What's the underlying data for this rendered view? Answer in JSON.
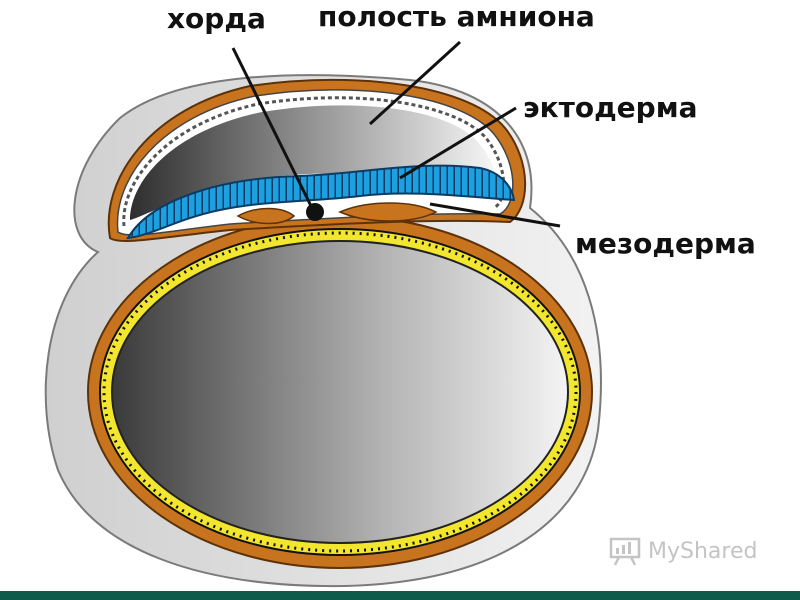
{
  "labels": {
    "chorda": "хорда",
    "amnion_cavity": "полость амниона",
    "ectoderm": "эктодерма",
    "mesoderm": "мезодерма"
  },
  "watermark": {
    "text": "MyShared",
    "icon": "presentation-board-icon"
  },
  "colors": {
    "ectoderm": "#1e9fe0",
    "membrane": "#c8741e",
    "endoderm_dots": "#f2e62e",
    "chorda": "#111111",
    "footer_bar": "#0e5a4b"
  }
}
